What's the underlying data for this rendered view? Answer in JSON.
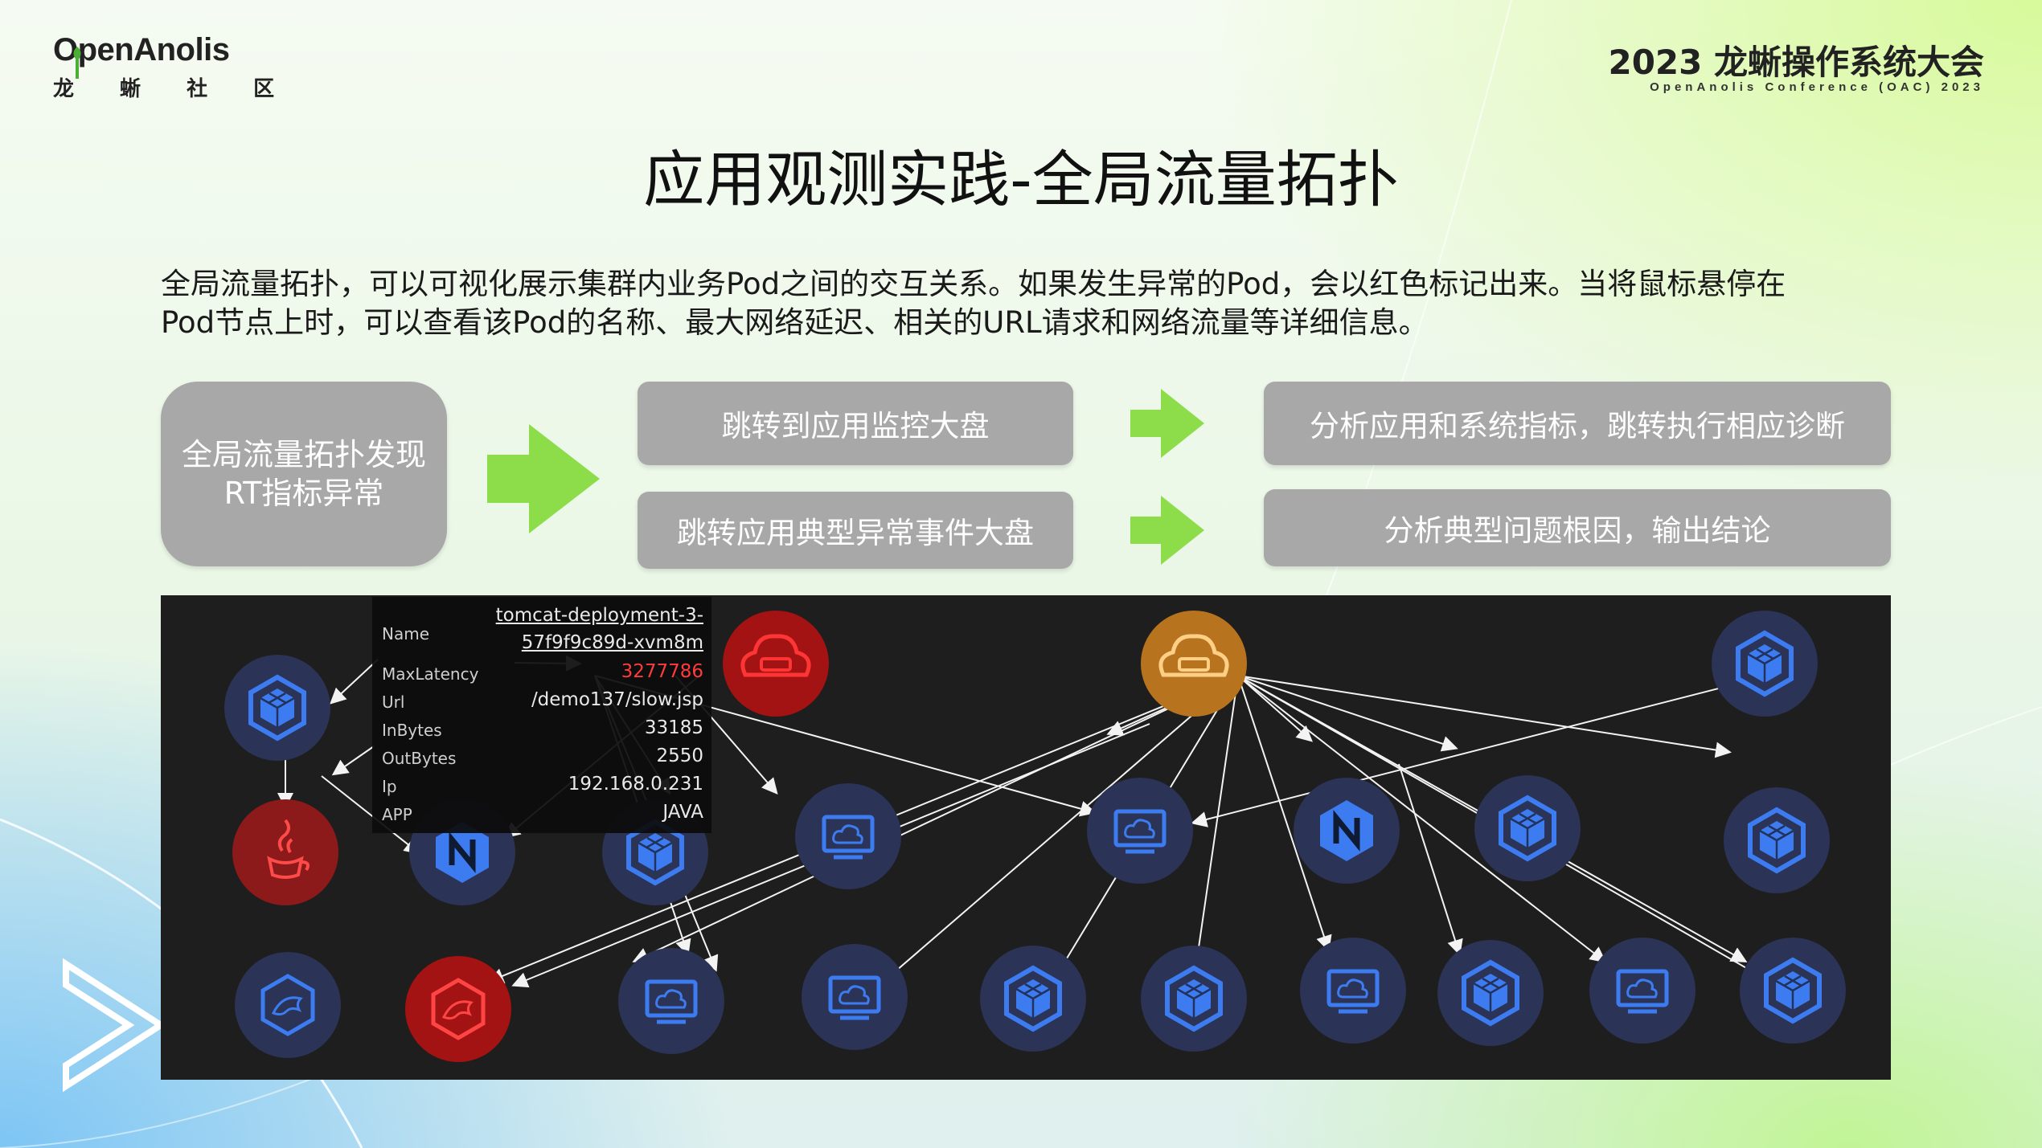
{
  "logo": {
    "name": "OpenAnolis",
    "subtitle": "龙 蜥 社 区"
  },
  "conference": {
    "title": "2023 龙蜥操作系统大会",
    "subtitle": "OpenAnolis Conference (OAC) 2023"
  },
  "title": "应用观测实践-全局流量拓扑",
  "description": {
    "line1": "全局流量拓扑，可以可视化展示集群内业务Pod之间的交互关系。如果发生异常的Pod，会以红色标记出来。当将鼠标悬停在",
    "line2": "Pod节点上时，可以查看该Pod的名称、最大网络延迟、相关的URL请求和网络流量等详细信息。"
  },
  "flow": {
    "start": "全局流量拓扑发现RT指标异常",
    "step1": "跳转到应用监控大盘",
    "step2": "跳转应用典型异常事件大盘",
    "result1": "分析应用和系统指标，跳转执行相应诊断",
    "result2": "分析典型问题根因，输出结论"
  },
  "tooltip": {
    "name_key": "Name",
    "name_line1": "tomcat-deployment-3-",
    "name_line2": "57f9f9c89d-xvm8m",
    "maxlatency_key": "MaxLatency",
    "maxlatency_val": "3277786",
    "url_key": "Url",
    "url_val": "/demo137/slow.jsp",
    "inbytes_key": "InBytes",
    "inbytes_val": "33185",
    "outbytes_key": "OutBytes",
    "outbytes_val": "2550",
    "ip_key": "Ip",
    "ip_val": "192.168.0.231",
    "app_key": "APP",
    "app_val": "JAVA"
  },
  "colors": {
    "arrow_green": "#8ddc4a",
    "box_gray": "#a8a8a8",
    "node_blue": "#3d7cf0",
    "node_red": "#e02222",
    "node_orange": "#f09a2a",
    "topo_bg": "#1e1e1e"
  },
  "topology_nodes": [
    {
      "id": "blue-cube-topright",
      "type": "cube-icon",
      "status": "normal"
    },
    {
      "id": "red-cloud-gateway",
      "type": "cloud-gateway-icon",
      "status": "error"
    },
    {
      "id": "orange-cloud-gateway",
      "type": "cloud-gateway-icon",
      "status": "warning"
    },
    {
      "id": "java-app",
      "type": "java-icon",
      "status": "error"
    },
    {
      "id": "nginx-1",
      "type": "nginx-icon",
      "status": "normal"
    },
    {
      "id": "nginx-2",
      "type": "nginx-icon",
      "status": "normal"
    },
    {
      "id": "mysql-1",
      "type": "mysql-icon",
      "status": "normal"
    },
    {
      "id": "mysql-2",
      "type": "mysql-icon",
      "status": "error"
    },
    {
      "id": "monitors",
      "type": "monitor-cloud-icon",
      "status": "normal"
    },
    {
      "id": "cubes",
      "type": "cube-icon",
      "status": "normal"
    }
  ]
}
